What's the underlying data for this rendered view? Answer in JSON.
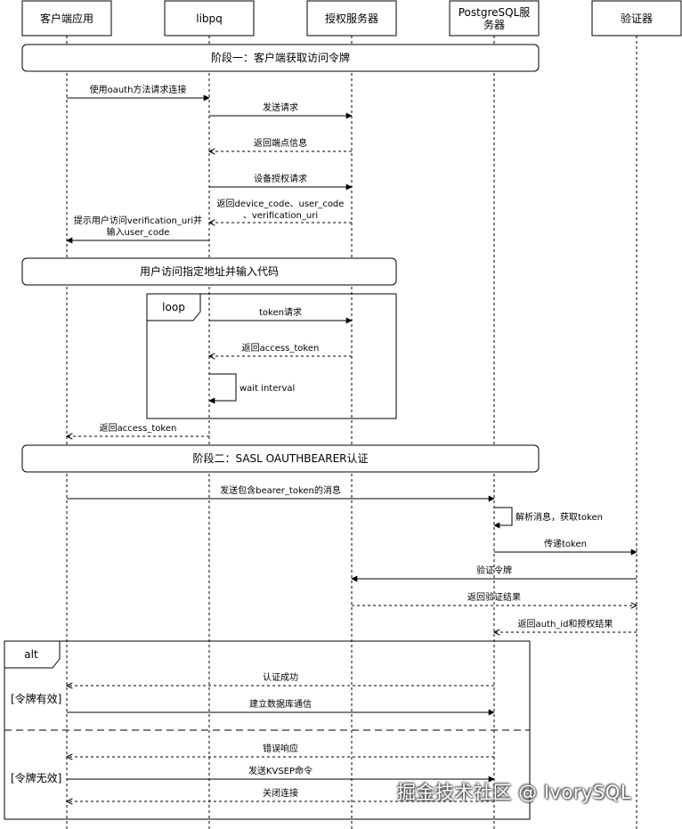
{
  "participants": [
    {
      "id": "client",
      "label": "客户端应用"
    },
    {
      "id": "libpq",
      "label": "libpq"
    },
    {
      "id": "auth",
      "label": "授权服务器"
    },
    {
      "id": "pg",
      "label": "PostgreSQL服务器"
    },
    {
      "id": "validator",
      "label": "验证器"
    }
  ],
  "phases": {
    "phase1": "阶段一：客户端获取访问令牌",
    "user_visit": "用户访问指定地址并输入代码",
    "phase2": "阶段二：SASL OAUTHBEARER认证"
  },
  "messages": [
    {
      "from": "client",
      "to": "libpq",
      "style": "solid",
      "lines": [
        "使用oauth方法请求连接"
      ]
    },
    {
      "from": "libpq",
      "to": "auth",
      "style": "solid",
      "lines": [
        "发送请求"
      ]
    },
    {
      "from": "auth",
      "to": "libpq",
      "style": "dashed",
      "lines": [
        "返回端点信息"
      ]
    },
    {
      "from": "libpq",
      "to": "auth",
      "style": "solid",
      "lines": [
        "设备授权请求"
      ]
    },
    {
      "from": "auth",
      "to": "libpq",
      "style": "dashed",
      "lines": [
        "返回device_code、user_code",
        "、verification_uri"
      ]
    },
    {
      "from": "libpq",
      "to": "client",
      "style": "solid",
      "lines": [
        "提示用户访问verification_uri并",
        "输入user_code"
      ]
    },
    {
      "from": "libpq",
      "to": "auth",
      "style": "solid",
      "lines": [
        "token请求"
      ]
    },
    {
      "from": "auth",
      "to": "libpq",
      "style": "dashed",
      "lines": [
        "返回access_token"
      ]
    },
    {
      "from": "libpq",
      "to": "libpq",
      "style": "solid",
      "lines": [
        "wait interval"
      ]
    },
    {
      "from": "libpq",
      "to": "client",
      "style": "dashed",
      "lines": [
        "返回access_token"
      ]
    },
    {
      "from": "client",
      "to": "pg",
      "style": "solid",
      "lines": [
        "发送包含bearer_token的消息"
      ]
    },
    {
      "from": "pg",
      "to": "pg",
      "style": "solid",
      "lines": [
        "解析消息，获取token"
      ]
    },
    {
      "from": "pg",
      "to": "validator",
      "style": "solid",
      "lines": [
        "传递token"
      ]
    },
    {
      "from": "validator",
      "to": "auth",
      "style": "solid",
      "lines": [
        "验证令牌"
      ]
    },
    {
      "from": "auth",
      "to": "validator",
      "style": "dashed",
      "lines": [
        "返回验证结果"
      ]
    },
    {
      "from": "validator",
      "to": "pg",
      "style": "dashed",
      "lines": [
        "返回auth_id和授权结果"
      ]
    },
    {
      "from": "pg",
      "to": "client",
      "style": "dashed",
      "lines": [
        "认证成功"
      ]
    },
    {
      "from": "client",
      "to": "pg",
      "style": "solid",
      "lines": [
        "建立数据库通信"
      ]
    },
    {
      "from": "pg",
      "to": "client",
      "style": "dashed",
      "lines": [
        "错误响应"
      ]
    },
    {
      "from": "client",
      "to": "pg",
      "style": "solid",
      "lines": [
        "发送KVSEP命令"
      ]
    },
    {
      "from": "pg",
      "to": "client",
      "style": "dashed",
      "lines": [
        "关闭连接"
      ]
    }
  ],
  "fragments": {
    "loop": {
      "label": "loop"
    },
    "alt": {
      "label": "alt",
      "guard_valid": "[令牌有效]",
      "guard_invalid": "[令牌无效]"
    }
  },
  "watermark": "掘金技术社区 @ IvorySQL"
}
